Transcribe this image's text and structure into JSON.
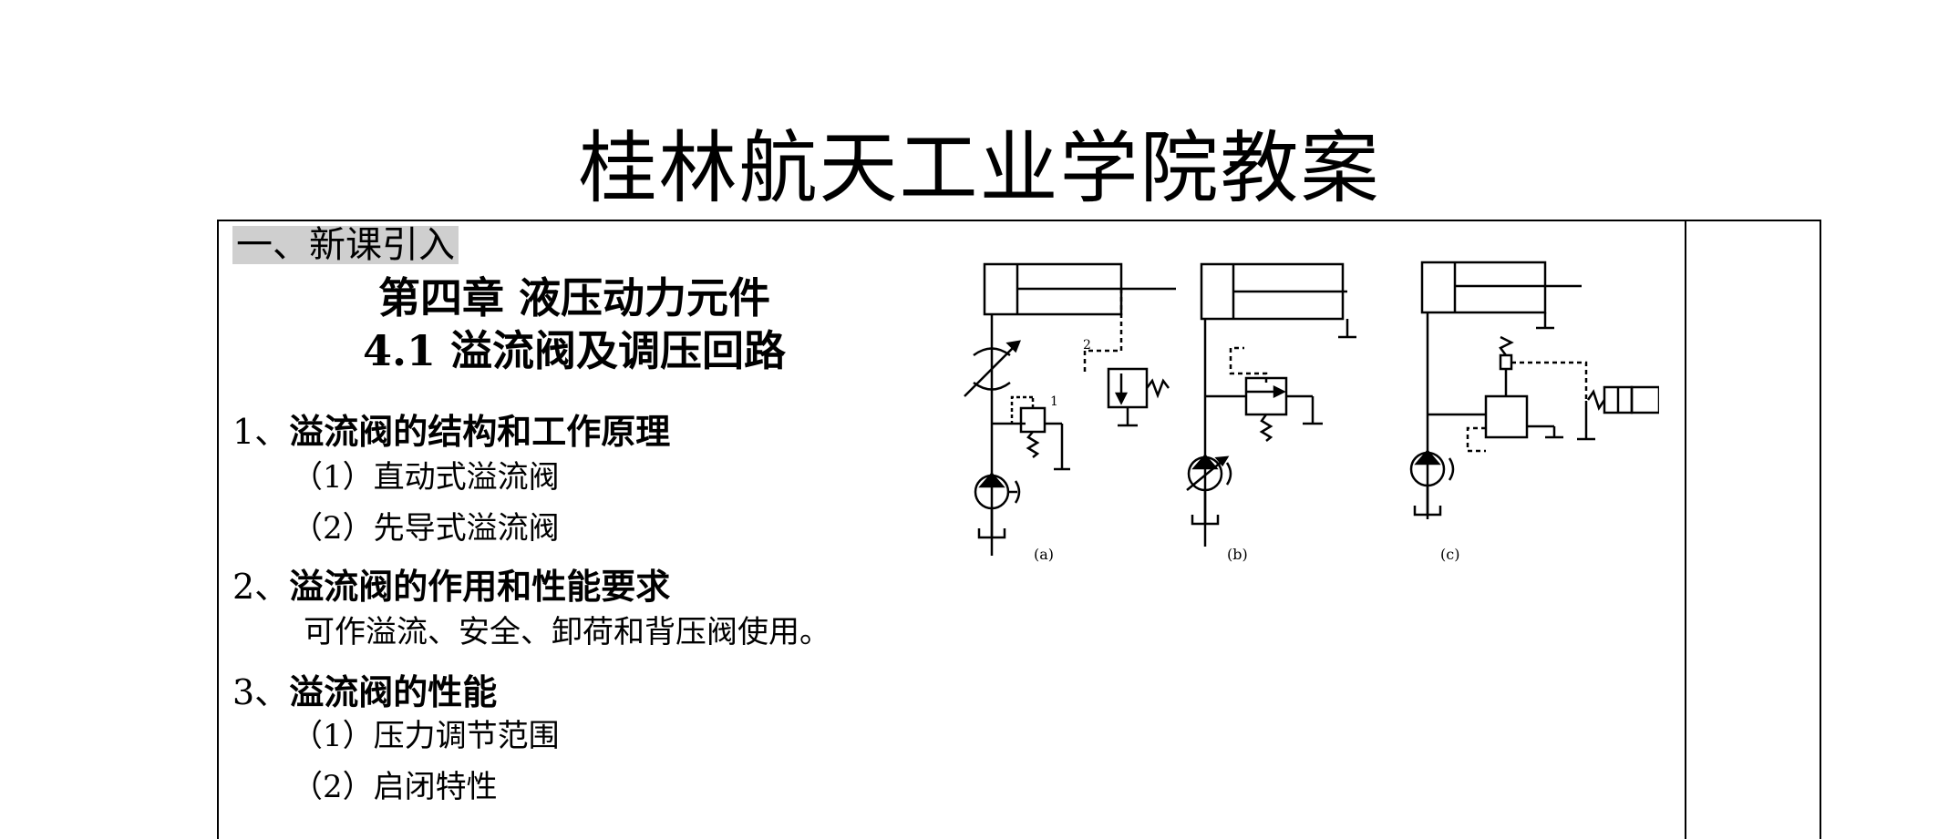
{
  "title": "桂林航天工业学院教案",
  "section_intro": "一、新课引入",
  "chapter_title": "第四章 液压动力元件",
  "chapter_subtitle": "4.1 溢流阀及调压回路",
  "sections": [
    {
      "number": "1、",
      "heading": "溢流阀的结构和工作原理",
      "items": [
        "（1）直动式溢流阀",
        "（2）先导式溢流阀"
      ]
    },
    {
      "number": "2、",
      "heading": "溢流阀的作用和性能要求",
      "description": "可作溢流、安全、卸荷和背压阀使用。"
    },
    {
      "number": "3、",
      "heading": "溢流阀的性能",
      "items": [
        "（1）压力调节范围",
        "（2）启闭特性"
      ]
    }
  ],
  "diagram": {
    "labels": [
      "(a)",
      "(b)",
      "(c)"
    ],
    "valve_numbers": [
      "1",
      "2"
    ]
  }
}
